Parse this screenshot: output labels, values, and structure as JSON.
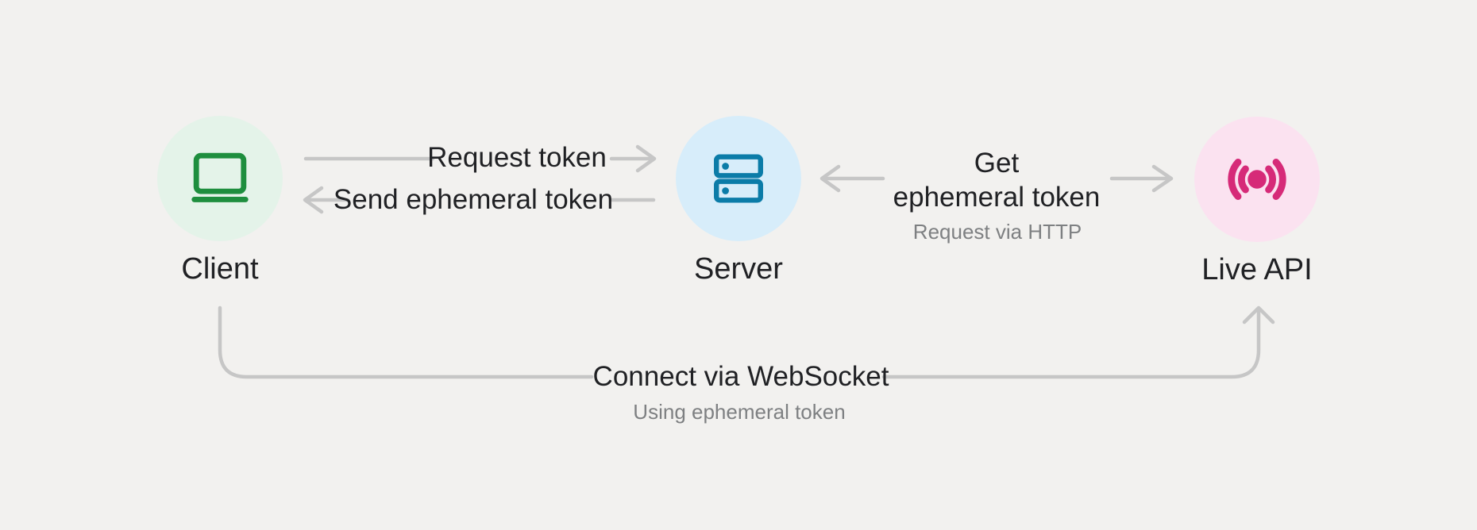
{
  "colors": {
    "background": "#F2F1EF",
    "line_gray": "#C6C6C6",
    "text_primary": "#202124",
    "text_secondary": "#7E8082",
    "client_green": "#1E8E3E",
    "client_circle_bg": "#E4F3E9",
    "server_blue": "#0B7CA8",
    "server_circle_bg": "#D7EDFA",
    "live_pink": "#D62A78",
    "live_circle_bg": "#FBE2F0"
  },
  "nodes": {
    "client": {
      "label": "Client",
      "icon": "laptop-icon"
    },
    "server": {
      "label": "Server",
      "icon": "server-stack-icon"
    },
    "live_api": {
      "label": "Live API",
      "icon": "live-broadcast-icon"
    }
  },
  "edges": {
    "request_token": {
      "label": "Request token",
      "direction": "client-to-server"
    },
    "send_ephemeral_token": {
      "label": "Send ephemeral token",
      "direction": "server-to-client"
    },
    "get_ephemeral_token": {
      "label_line1": "Get",
      "label_line2": "ephemeral token",
      "sublabel": "Request via HTTP",
      "direction": "server-and-live-api-both-ways"
    },
    "connect_via_websocket": {
      "label": "Connect via WebSocket",
      "sublabel": "Using ephemeral token",
      "direction": "client-to-live-api"
    }
  }
}
